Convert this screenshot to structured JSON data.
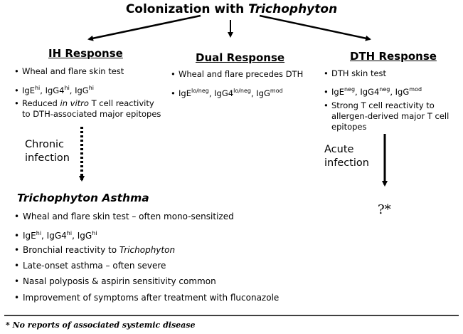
{
  "title": {
    "main": "Colonization with ",
    "organism": "Trichophyton"
  },
  "ih": {
    "heading": "IH Response",
    "b1": "Wheal and flare skin test",
    "b2": {
      "a": "IgE",
      "a_sup": "hi",
      "b": ", IgG4",
      "b_sup": "hi",
      "c": ", IgG",
      "c_sup": "hi"
    },
    "b3": {
      "l1_pre": "Reduced ",
      "l1_em": "in vitro",
      "l1_post": " T cell reactivity",
      "l2": "to DTH-associated major epitopes"
    }
  },
  "dual": {
    "heading": "Dual Response",
    "b1": "Wheal and flare precedes DTH",
    "b2": {
      "a": "IgE",
      "a_sup": "lo/neg",
      "b": ", IgG4",
      "b_sup": "lo/neg",
      "c": ", IgG",
      "c_sup": "mod"
    }
  },
  "dth": {
    "heading": "DTH Response",
    "b1": "DTH skin test",
    "b2": {
      "a": "IgE",
      "a_sup": "neg",
      "b": ", IgG4",
      "b_sup": "neg",
      "c": ", IgG",
      "c_sup": "mod"
    },
    "b3": {
      "l1": "Strong T cell reactivity to",
      "l2": "allergen-derived major T cell",
      "l3": "epitopes"
    }
  },
  "chronic": {
    "l1": "Chronic",
    "l2": "infection"
  },
  "acute": {
    "l1": "Acute",
    "l2": "infection"
  },
  "unknown": "?*",
  "asthma": {
    "heading": "Trichophyton Asthma",
    "b1": "Wheal and flare skin test – often mono-sensitized",
    "b2": {
      "a": "IgE",
      "a_sup": "hi",
      "b": ", IgG4",
      "b_sup": "hi",
      "c": ", IgG",
      "c_sup": "hi"
    },
    "b3": {
      "pre": "Bronchial reactivity to ",
      "em": "Trichophyton"
    },
    "b4": "Late-onset asthma – often severe",
    "b5": "Nasal polyposis & aspirin sensitivity common",
    "b6": "Improvement of symptoms after treatment with fluconazole"
  },
  "footnote": "* No reports of associated systemic disease",
  "bullet": "•"
}
